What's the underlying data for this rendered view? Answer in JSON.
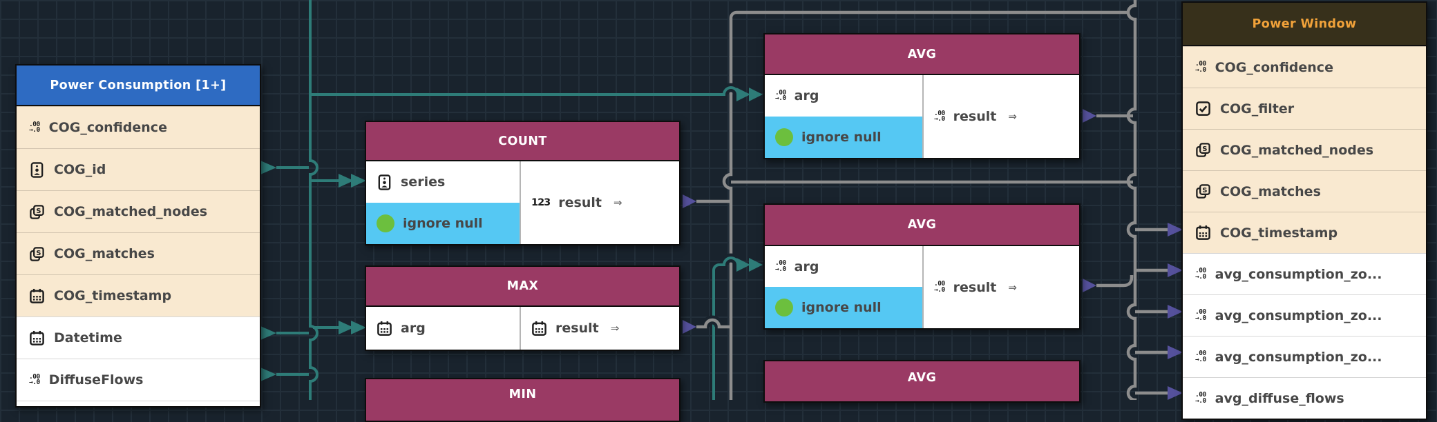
{
  "canvas": {
    "background": "#19232d",
    "grid_color": "#232f3a",
    "colors": {
      "teal_wire": "#2e7c78",
      "gray_wire": "#8d8d8d",
      "purple_port": "#55519c",
      "maroon_header": "#9a3a64",
      "blue_header": "#2e6bc2",
      "dark_header": "#37301b",
      "orange_title": "#f1a23a",
      "cream_row": "#f9e9d0",
      "cyan_row": "#55c8f3",
      "green_toggle": "#6cbf3e"
    }
  },
  "glyphs": {
    "maps_to": "⇒"
  },
  "nodes": {
    "power_consumption": {
      "title": "Power Consumption [1+]",
      "rows": [
        {
          "label": "COG_confidence",
          "icon": "number-icon"
        },
        {
          "label": "COG_id",
          "icon": "id-card-icon"
        },
        {
          "label": "COG_matched_nodes",
          "icon": "string-list-icon"
        },
        {
          "label": "COG_matches",
          "icon": "string-list-icon"
        },
        {
          "label": "COG_timestamp",
          "icon": "calendar-icon"
        },
        {
          "label": "Datetime",
          "icon": "calendar-icon"
        },
        {
          "label": "DiffuseFlows",
          "icon": "number-icon"
        }
      ]
    },
    "count_fn": {
      "title": "COUNT",
      "inputs": [
        {
          "label": "series",
          "icon": "id-card-icon"
        },
        {
          "label": "ignore null",
          "icon": "green-toggle-icon"
        }
      ],
      "output": {
        "label": "result",
        "icon": "numeric-123-icon"
      }
    },
    "max_fn": {
      "title": "MAX",
      "inputs": [
        {
          "label": "arg",
          "icon": "calendar-icon"
        }
      ],
      "output": {
        "label": "result",
        "icon": "calendar-icon"
      }
    },
    "min_fn": {
      "title": "MIN"
    },
    "avg_fn_1": {
      "title": "AVG",
      "inputs": [
        {
          "label": "arg",
          "icon": "number-icon"
        },
        {
          "label": "ignore null",
          "icon": "green-toggle-icon"
        }
      ],
      "output": {
        "label": "result",
        "icon": "number-icon"
      }
    },
    "avg_fn_2": {
      "title": "AVG",
      "inputs": [
        {
          "label": "arg",
          "icon": "number-icon"
        },
        {
          "label": "ignore null",
          "icon": "green-toggle-icon"
        }
      ],
      "output": {
        "label": "result",
        "icon": "number-icon"
      }
    },
    "avg_fn_3": {
      "title": "AVG"
    },
    "power_window": {
      "title": "Power Window",
      "rows": [
        {
          "label": "COG_confidence",
          "icon": "number-icon"
        },
        {
          "label": "COG_filter",
          "icon": "checkbox-icon"
        },
        {
          "label": "COG_matched_nodes",
          "icon": "string-list-icon"
        },
        {
          "label": "COG_matches",
          "icon": "string-list-icon"
        },
        {
          "label": "COG_timestamp",
          "icon": "calendar-icon"
        },
        {
          "label": "avg_consumption_zo...",
          "icon": "number-icon"
        },
        {
          "label": "avg_consumption_zo...",
          "icon": "number-icon"
        },
        {
          "label": "avg_consumption_zo...",
          "icon": "number-icon"
        },
        {
          "label": "avg_diffuse_flows",
          "icon": "number-icon"
        }
      ]
    }
  }
}
